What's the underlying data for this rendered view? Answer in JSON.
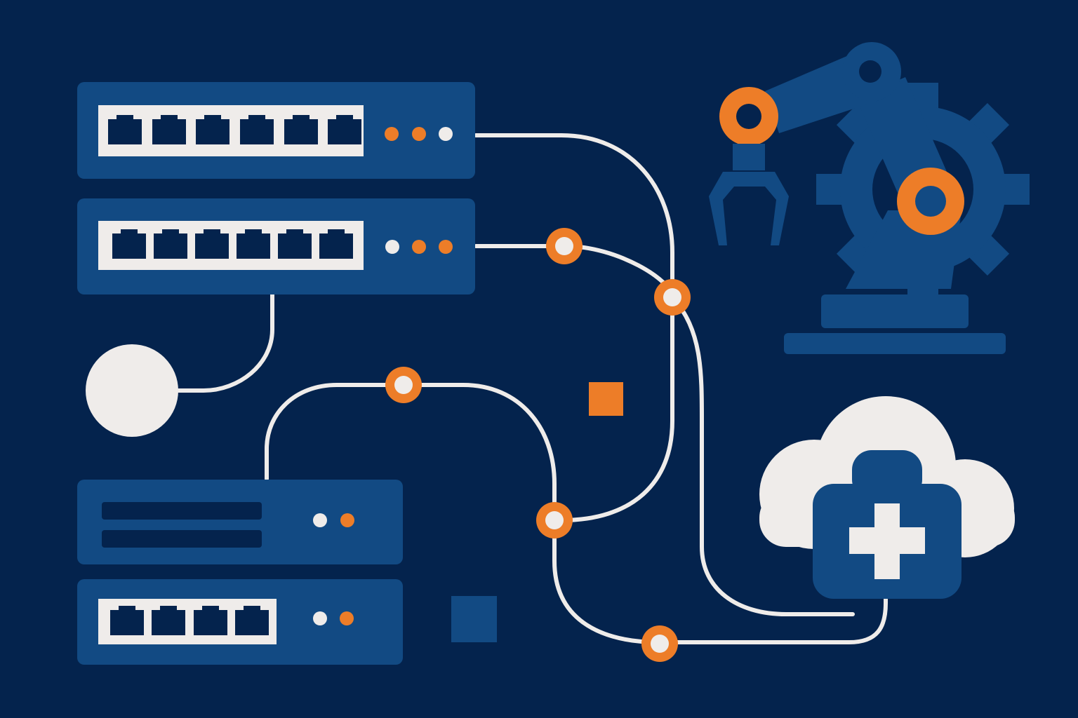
{
  "palette": {
    "background": "#04234d",
    "panel": "#124a83",
    "port_well": "#efecea",
    "port": "#04234d",
    "accent": "#ed7d28",
    "cable": "#efecea",
    "node_fill": "#efecea"
  },
  "switches": [
    {
      "id": "switch-top",
      "ports": 6,
      "leds": [
        "orange",
        "orange",
        "white"
      ]
    },
    {
      "id": "switch-middle",
      "ports": 6,
      "leds": [
        "white",
        "orange",
        "orange"
      ]
    },
    {
      "id": "server-bottom",
      "ports": 0,
      "leds": [
        "white",
        "orange"
      ],
      "slots": 2
    },
    {
      "id": "switch-bottom",
      "ports": 4,
      "leds": [
        "white",
        "orange"
      ]
    }
  ],
  "icons": {
    "robot": "robotic-arm-icon",
    "gear": "gear-icon",
    "cloud": "cloud-medical-icon",
    "endpoint": "endpoint-circle-icon"
  }
}
